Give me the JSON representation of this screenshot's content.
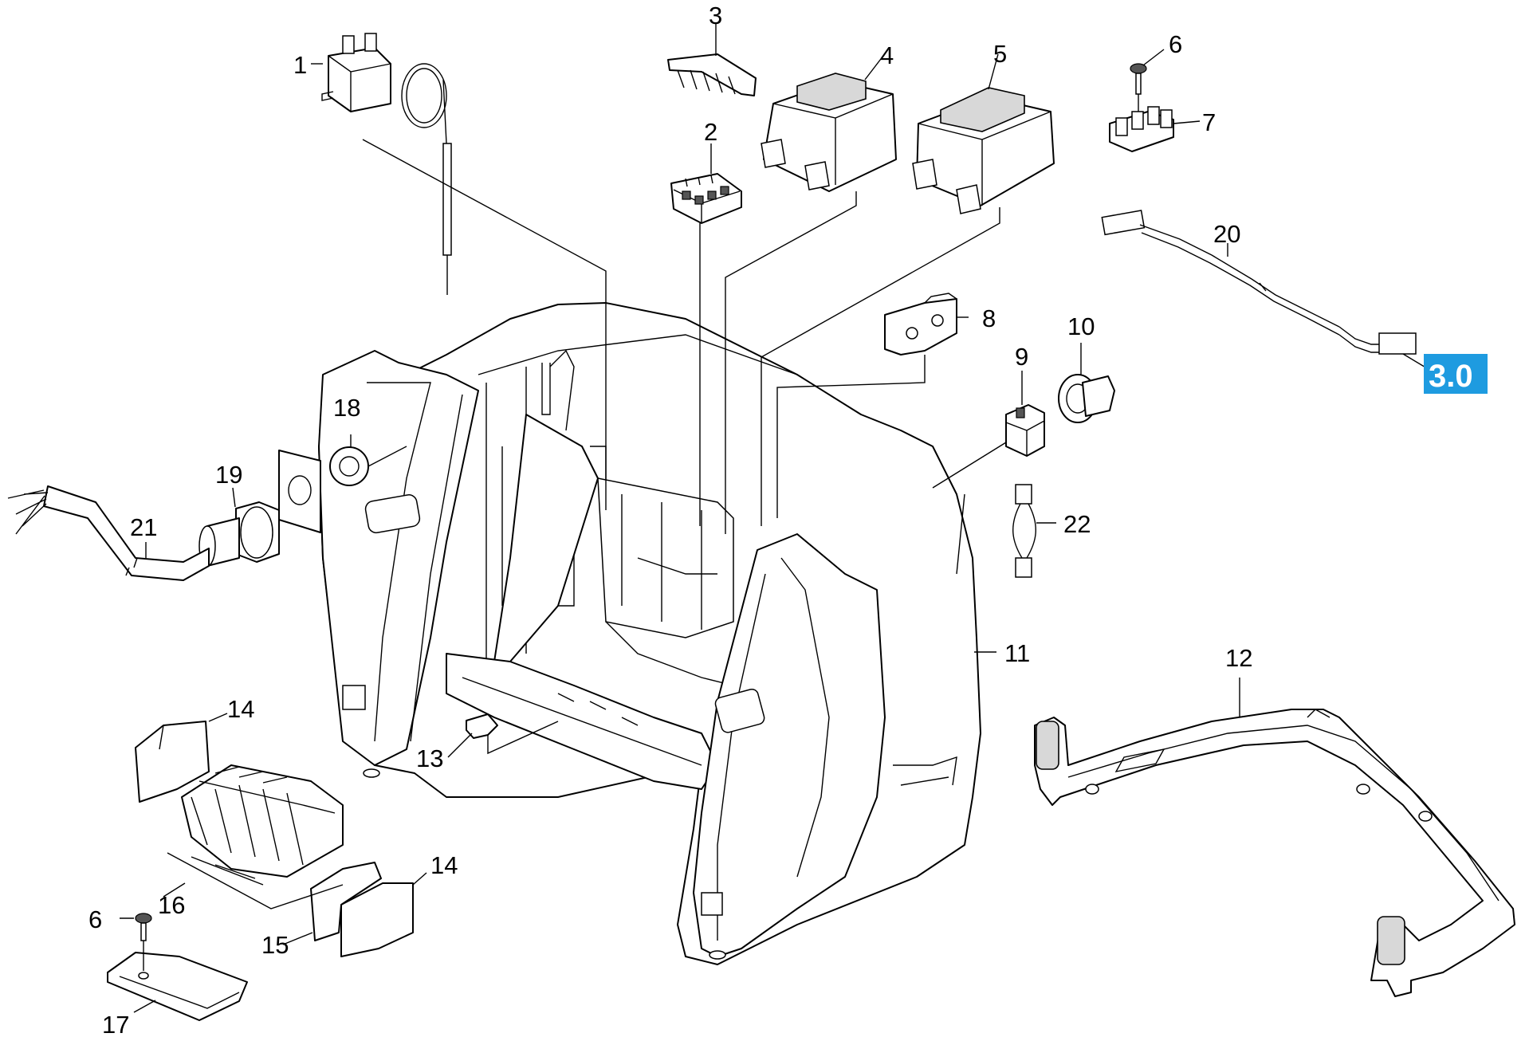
{
  "diagram": {
    "callouts": {
      "c1": "1",
      "c2": "2",
      "c3": "3",
      "c4": "4",
      "c5": "5",
      "c6a": "6",
      "c6b": "6",
      "c7": "7",
      "c8": "8",
      "c9": "9",
      "c10": "10",
      "c11": "11",
      "c12": "12",
      "c13": "13",
      "c14a": "14",
      "c14b": "14",
      "c15": "15",
      "c16": "16",
      "c17": "17",
      "c18": "18",
      "c19": "19",
      "c20": "20",
      "c21": "21",
      "c22": "22"
    },
    "reference": {
      "label": "3.0",
      "color": "#1e9be0"
    }
  }
}
